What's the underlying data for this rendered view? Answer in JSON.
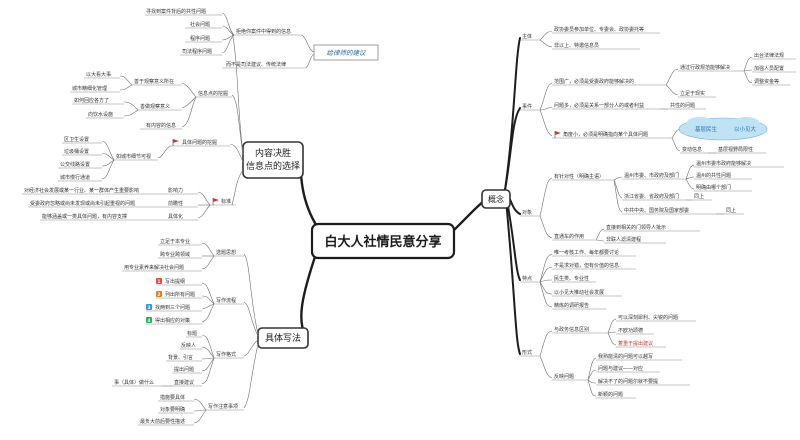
{
  "center_title": "白大人社情民意分享",
  "colors": {
    "branch": "#1d1d1d",
    "flag": "#d9342b",
    "cloud_fill": "#bfe3f5",
    "cloud_text": "#2a6fb0",
    "box_border": "#777777"
  },
  "left": {
    "content": {
      "title_line1": "内容决胜",
      "title_line2": "信息点的选择",
      "law_label": "拒绝你案件中得到的信息",
      "law_items": [
        "寻找到案件背后的共性问题",
        "社会问题",
        "程序问题",
        "司法程序问题"
      ],
      "law_note": "而不是司法建议、传统法律",
      "lawyer_label": "给律师的建议",
      "info_label": "信息点的挖掘",
      "info_sub1_label": "善于观察意义所在",
      "info_sub1_items": [
        "以大看大事",
        "城市精细化管理"
      ],
      "info_sub2_label": "善做观察意义",
      "info_sub2_items": [
        "如何回应各方了",
        "向饮水设施"
      ],
      "info_single": "有内容的信息",
      "cause_label": "具体问题的挖掘",
      "cause_sub_label": "如城市细节可视",
      "cause_sub_items": [
        "区卫生设置",
        "垃圾桶设置",
        "公交线路设置",
        "城市慢行通道"
      ],
      "std_label": "标准",
      "std_items": [
        {
          "text": "对经济社会发展或某一行业、某一群体产生重要影响",
          "tag": "影响力"
        },
        {
          "text": "受委政府忽略或尚未发现或尚未引起重视的问题",
          "tag": "前瞻性"
        },
        {
          "text": "能够涵盖或一类具体问题，有内容支撑",
          "tag": "具体化"
        }
      ]
    },
    "writing": {
      "title": "具体写法",
      "intro_label": "选题思想",
      "intro_items": [
        "立足于本专业",
        "跨专业跨领域",
        "用专业素养来解决社会问题"
      ],
      "flow_label": "写作流程",
      "flow_items": [
        {
          "num": "1",
          "text": "写出提纲",
          "color": "#e74c3c"
        },
        {
          "num": "2",
          "text": "列出所有问题",
          "color": "#e67e22"
        },
        {
          "num": "3",
          "text": "找两到三个问题",
          "color": "#3498db"
        },
        {
          "num": "4",
          "text": "得出相应的对策",
          "color": "#27ae60"
        }
      ],
      "format_label": "写作格式",
      "format_items": [
        "标题",
        "反映人",
        "背景、引言",
        "提出问题"
      ],
      "format_sug_label": "直接建议",
      "format_sug_src": "事（具体）做什么",
      "notice_label": "写作注意事项",
      "notice_items": [
        "措施要具体",
        "对象要明确",
        "最负大前后要性描述"
      ]
    }
  },
  "right": {
    "title": "概念",
    "subject": {
      "label": "主体",
      "items": [
        "政协委员参加单位、专委会、政协委托等",
        "非以上、特邀信息员"
      ]
    },
    "issue": {
      "label": "事件",
      "scope_label": "范围广，必须是受委政府能够解决的",
      "scope_sub_label": "通过行政规范能够解决",
      "scope_sub_items": [
        "出台法律法规",
        "加强人员配置",
        "调整资金等"
      ],
      "scope_second": "立足于现实",
      "scope_note": "共性的问题",
      "group_label": "问题多，必须是关系一部分人的或者利益",
      "flag_label": "角度小，必须是明确指向某个具体问题",
      "cloud_left": "基层民生",
      "cloud_right": "以小见大",
      "focus_label": "变动信息",
      "focus_tag": "基层视野局限性"
    },
    "target": {
      "label": "对象",
      "resp_label": "有针对性（明确主语）",
      "resp_items": [
        {
          "text": "温州市委、市政府及部门",
          "tag": "温州市委市政府能够解决"
        },
        {
          "text": "",
          "tag": "温州的共性问题"
        },
        {
          "text": "",
          "tag": "明确由哪个部门"
        },
        {
          "text": "浙江省委、省政府及部门",
          "tag": "同上"
        },
        {
          "text": "中共中央、国务院及国家部委",
          "tag": "同上"
        }
      ],
      "channel_label": "直通车的作用",
      "channel_items": [
        "直接到相关的门领导人批示",
        "非联人滤清建程"
      ]
    },
    "feature": {
      "label": "特点",
      "items": [
        "唯一考核工作、每年都要讨论",
        "不是求对错，但有价值的信息",
        "民生类、专业性",
        "以小见大推动社会发展",
        "精炼的调研报告"
      ]
    },
    "form": {
      "label": "形式",
      "diff_label": "与政务信息区别",
      "diff_items": [
        "可以深刻犀利、尖锐的问题",
        "不欧功颂德",
        "着重于提出建议"
      ],
      "reflect_label": "反映问题",
      "reflect_items": [
        "我熟能清的问题可以越写",
        "问题与建议——对应",
        "解决不了的问题尔就不要提",
        "新颖的问题"
      ]
    }
  }
}
